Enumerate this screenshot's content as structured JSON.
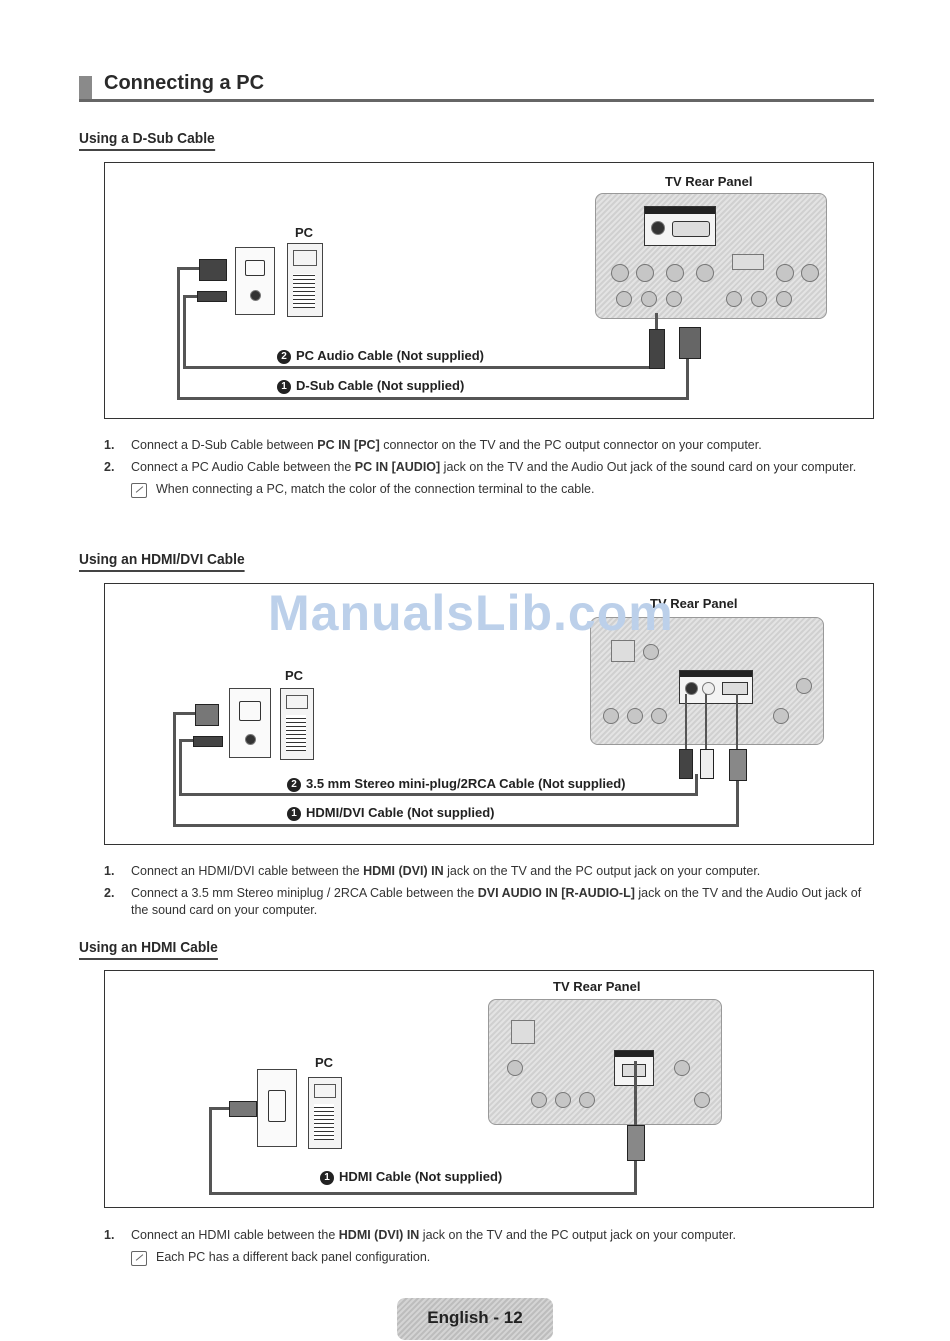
{
  "page_title": "Connecting a PC",
  "sections": [
    {
      "heading": "Using a D-Sub Cable",
      "tv_label": "TV Rear Panel",
      "pc_label": "PC",
      "cable2": "PC Audio Cable (Not supplied)",
      "cable1": "D-Sub Cable (Not supplied)",
      "steps": [
        {
          "n": "1.",
          "pre": "Connect a D-Sub Cable between ",
          "bold": "PC IN [PC]",
          "post": " connector on the TV and the PC output connector on your computer."
        },
        {
          "n": "2.",
          "pre": "Connect a PC Audio Cable between the ",
          "bold": "PC IN [AUDIO]",
          "post": " jack on the TV and the Audio Out jack of the sound card on your computer."
        }
      ],
      "note": "When connecting a PC, match the color of the connection terminal to the cable."
    },
    {
      "heading": "Using an HDMI/DVI Cable",
      "tv_label": "TV Rear Panel",
      "pc_label": "PC",
      "cable2": "3.5 mm Stereo mini-plug/2RCA Cable (Not supplied)",
      "cable1": "HDMI/DVI Cable (Not supplied)",
      "steps": [
        {
          "n": "1.",
          "pre": "Connect an HDMI/DVI cable between the ",
          "bold": "HDMI (DVI) IN",
          "post": " jack on the TV and the PC output jack on your computer."
        },
        {
          "n": "2.",
          "pre": "Connect a 3.5 mm Stereo miniplug / 2RCA Cable between the ",
          "bold": "DVI AUDIO IN [R-AUDIO-L]",
          "post": " jack on the TV and the Audio Out jack of the sound card on your computer."
        }
      ]
    },
    {
      "heading": "Using an HDMI Cable",
      "tv_label": "TV Rear Panel",
      "pc_label": "PC",
      "cable1": "HDMI Cable (Not supplied)",
      "steps": [
        {
          "n": "1.",
          "pre": "Connect an HDMI cable between the ",
          "bold": "HDMI (DVI) IN",
          "post": " jack on the TV and the PC output jack on your computer."
        }
      ],
      "note": "Each PC has a different back panel configuration."
    }
  ],
  "badges": {
    "one": "1",
    "two": "2"
  },
  "watermark": "ManualsLib.com",
  "footer": "English - 12"
}
